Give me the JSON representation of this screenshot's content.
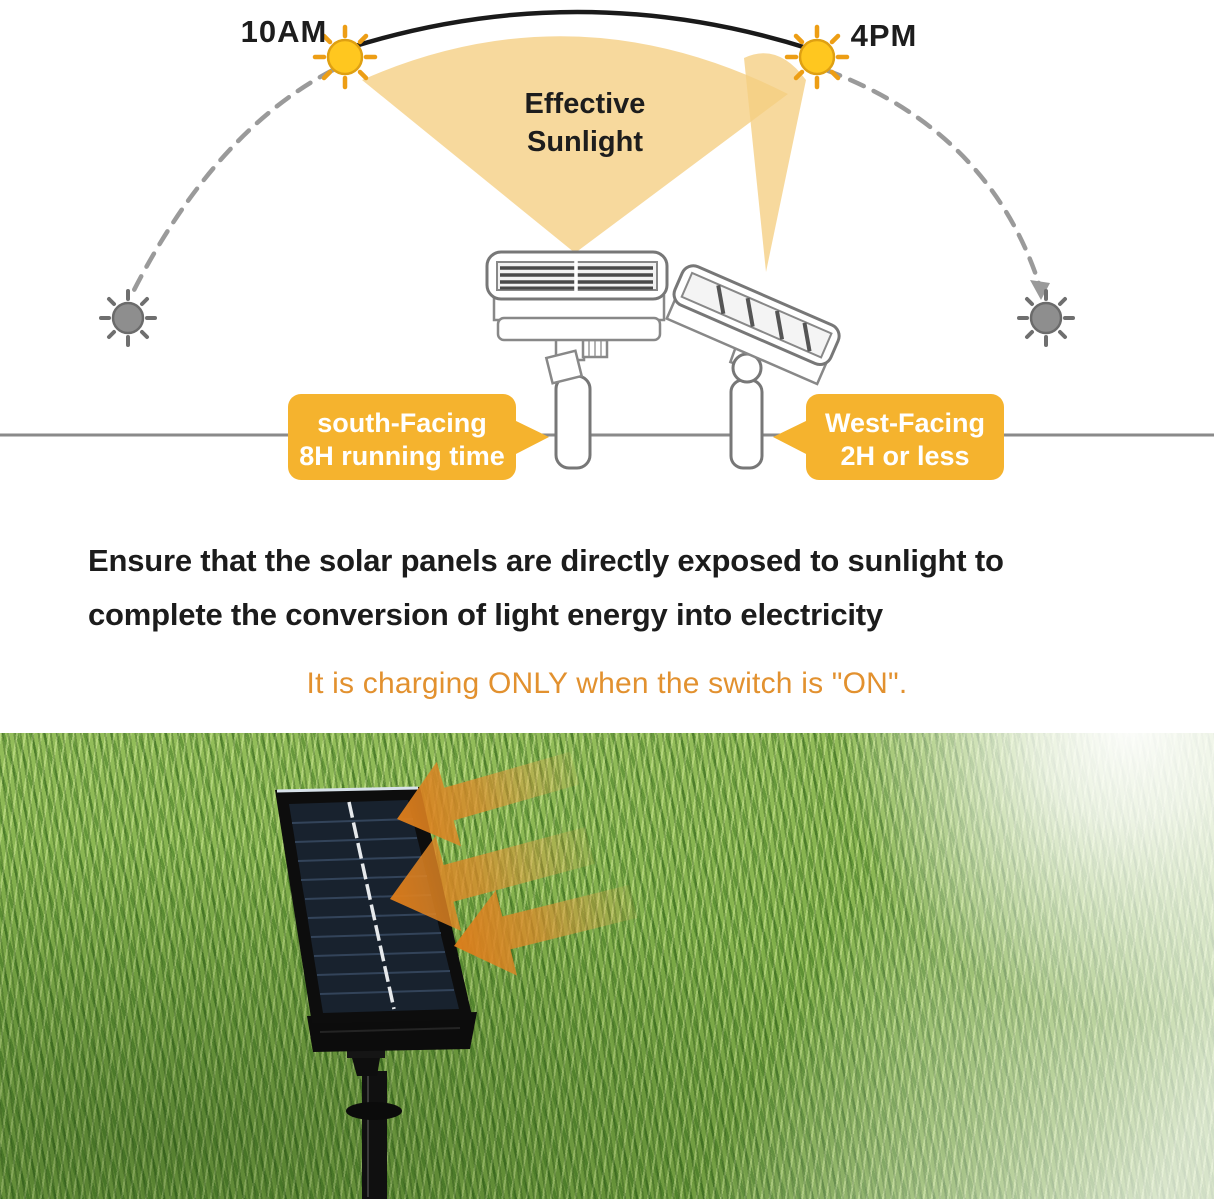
{
  "diagram": {
    "time_left": "10AM",
    "time_right": "4PM",
    "effective_line1": "Effective",
    "effective_line2": "Sunlight",
    "south_label_line1": "south-Facing",
    "south_label_line2": "8H running time",
    "west_label_line1": "West-Facing",
    "west_label_line2": "2H or less"
  },
  "instructions": {
    "line1": "Ensure that the solar panels are directly exposed to sunlight to",
    "line2": "complete the conversion of light energy into electricity",
    "charging_note": "It is charging ONLY when the switch is \"ON\"."
  },
  "icons": {
    "sun_active": "sun-icon",
    "sun_inactive": "dim-sun-icon",
    "sunlight_arrow": "sunlight-arrow-icon"
  },
  "colors": {
    "accent_orange_text": "#E2912F",
    "bubble_orange": "#F5B32E",
    "sun_yellow": "#FFC71F",
    "sun_ray": "#ED9E15",
    "dim_sun_gray": "#8E8E8E",
    "beam_yellow": "#F5CE82",
    "arrow_orange": "#DC7C1A",
    "grass_green": "#7DA94B",
    "ground_line_gray": "#8A8A8A"
  }
}
